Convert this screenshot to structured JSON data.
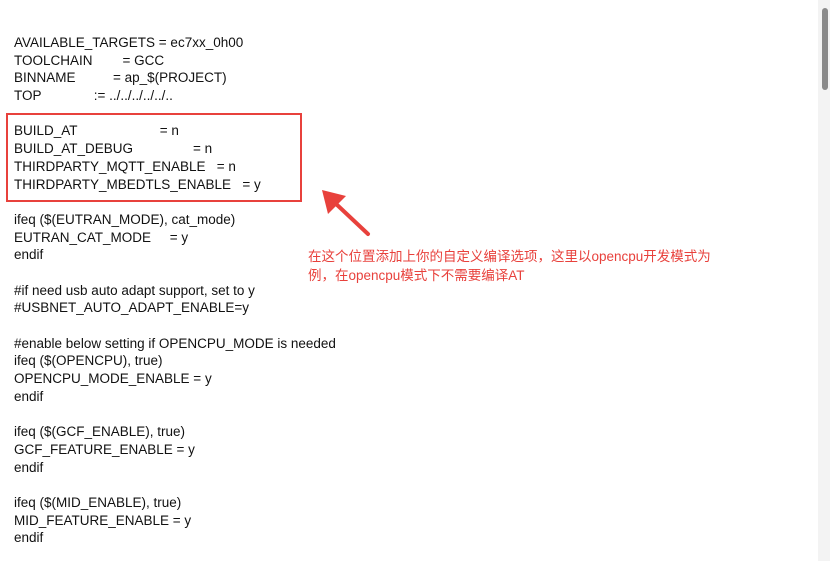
{
  "editor": {
    "lines": [
      "AVAILABLE_TARGETS = ec7xx_0h00",
      "TOOLCHAIN        = GCC",
      "BINNAME          = ap_$(PROJECT)",
      "TOP              := ../../../../../..",
      "",
      "BUILD_AT                      = n",
      "BUILD_AT_DEBUG                = n",
      "THIRDPARTY_MQTT_ENABLE   = n",
      "THIRDPARTY_MBEDTLS_ENABLE   = y",
      "",
      "ifeq ($(EUTRAN_MODE), cat_mode)",
      "EUTRAN_CAT_MODE     = y",
      "endif",
      "",
      "#if need usb auto adapt support, set to y",
      "#USBNET_AUTO_ADAPT_ENABLE=y",
      "",
      "#enable below setting if OPENCPU_MODE is needed",
      "ifeq ($(OPENCPU), true)",
      "OPENCPU_MODE_ENABLE = y",
      "endif",
      "",
      "ifeq ($(GCF_ENABLE), true)",
      "GCF_FEATURE_ENABLE = y",
      "endif",
      "",
      "ifeq ($(MID_ENABLE), true)",
      "MID_FEATURE_ENABLE = y",
      "endif"
    ]
  },
  "annotation": {
    "line1": "在这个位置添加上你的自定义编译选项，这里以opencpu开发模式为",
    "line2": "例，在opencpu模式下不需要编译AT"
  },
  "colors": {
    "annotation": "#e8413c",
    "text": "#111111"
  },
  "icons": {
    "arrow": "arrow-icon"
  }
}
